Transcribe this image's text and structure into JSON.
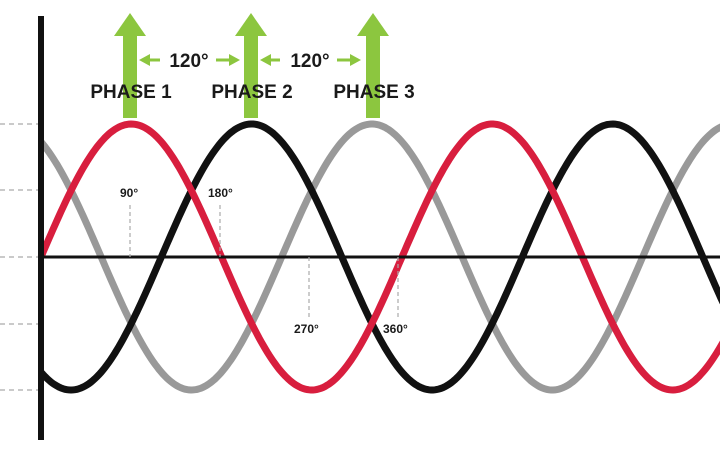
{
  "diagram": {
    "phase_labels": [
      "PHASE 1",
      "PHASE 2",
      "PHASE 3"
    ],
    "phase_spacing_labels": [
      "120°",
      "120°"
    ],
    "angle_labels": [
      "90°",
      "180°",
      "270°",
      "360°"
    ],
    "colors": {
      "phase_1": "#d81e3e",
      "phase_2": "#111111",
      "phase_3": "#999999",
      "arrow": "#8cc63f",
      "axis": "#111111",
      "guide": "#aaaaaa"
    }
  }
}
